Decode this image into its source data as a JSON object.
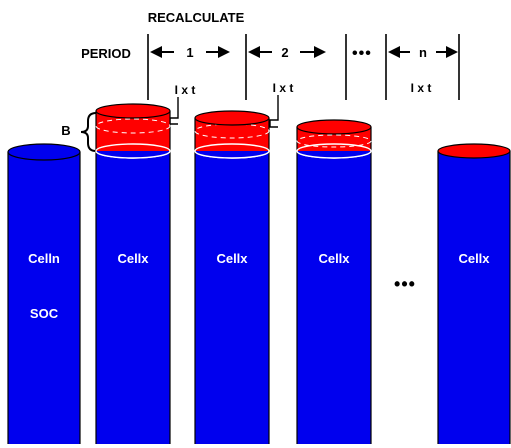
{
  "title": "RECALCULATE",
  "period_label": "PERIOD",
  "periods": [
    {
      "label": "1",
      "sub_label": "I x t"
    },
    {
      "label": "2",
      "sub_label": "I x t"
    },
    {
      "label": "n",
      "sub_label": "I x t"
    }
  ],
  "period_ellipsis": "•••",
  "brace_label": "B",
  "cells": [
    {
      "name": "Celln",
      "sub_label": "SOC"
    },
    {
      "name": "Cellx",
      "sub_label": ""
    },
    {
      "name": "Cellx",
      "sub_label": ""
    },
    {
      "name": "Cellx",
      "sub_label": ""
    },
    {
      "name": "Cellx",
      "sub_label": ""
    }
  ],
  "cell_ellipsis": "•••",
  "colors": {
    "cell_body": "#0000ee",
    "charge_top": "#ff0000",
    "outline": "#000000",
    "ellipse_edge": "#ffffff"
  }
}
